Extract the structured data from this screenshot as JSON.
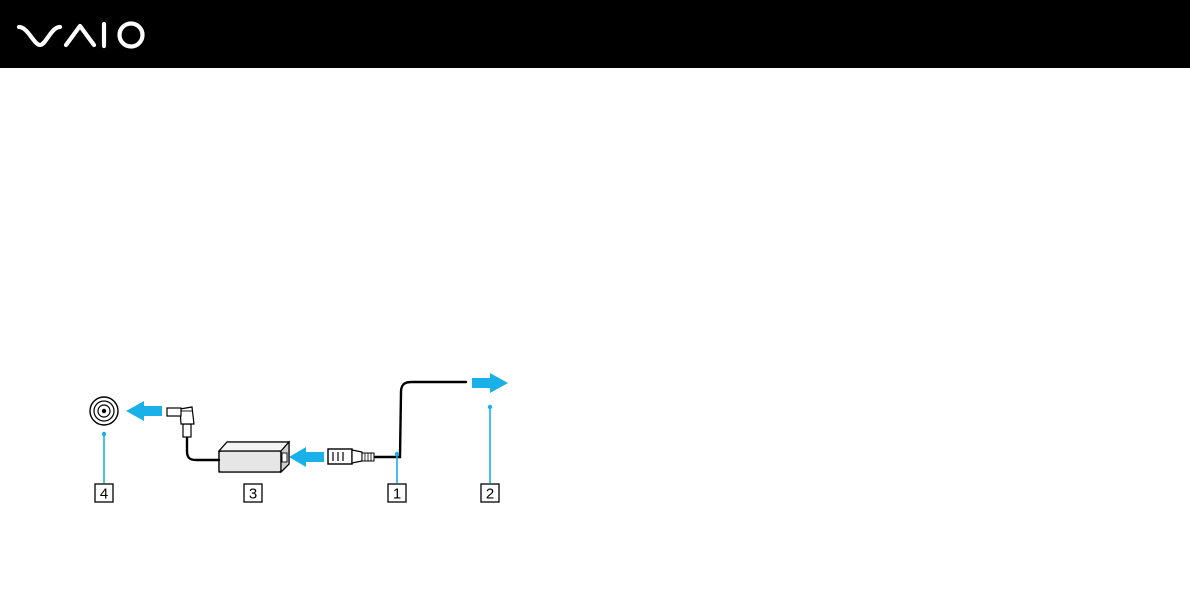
{
  "brand": {
    "logo_icon": "vaio-logo",
    "header_color": "#000000"
  },
  "diagram": {
    "arrow_color": "#1ab0e8",
    "callouts": [
      {
        "id": "1",
        "label": "1"
      },
      {
        "id": "2",
        "label": "2"
      },
      {
        "id": "3",
        "label": "3"
      },
      {
        "id": "4",
        "label": "4"
      }
    ]
  }
}
